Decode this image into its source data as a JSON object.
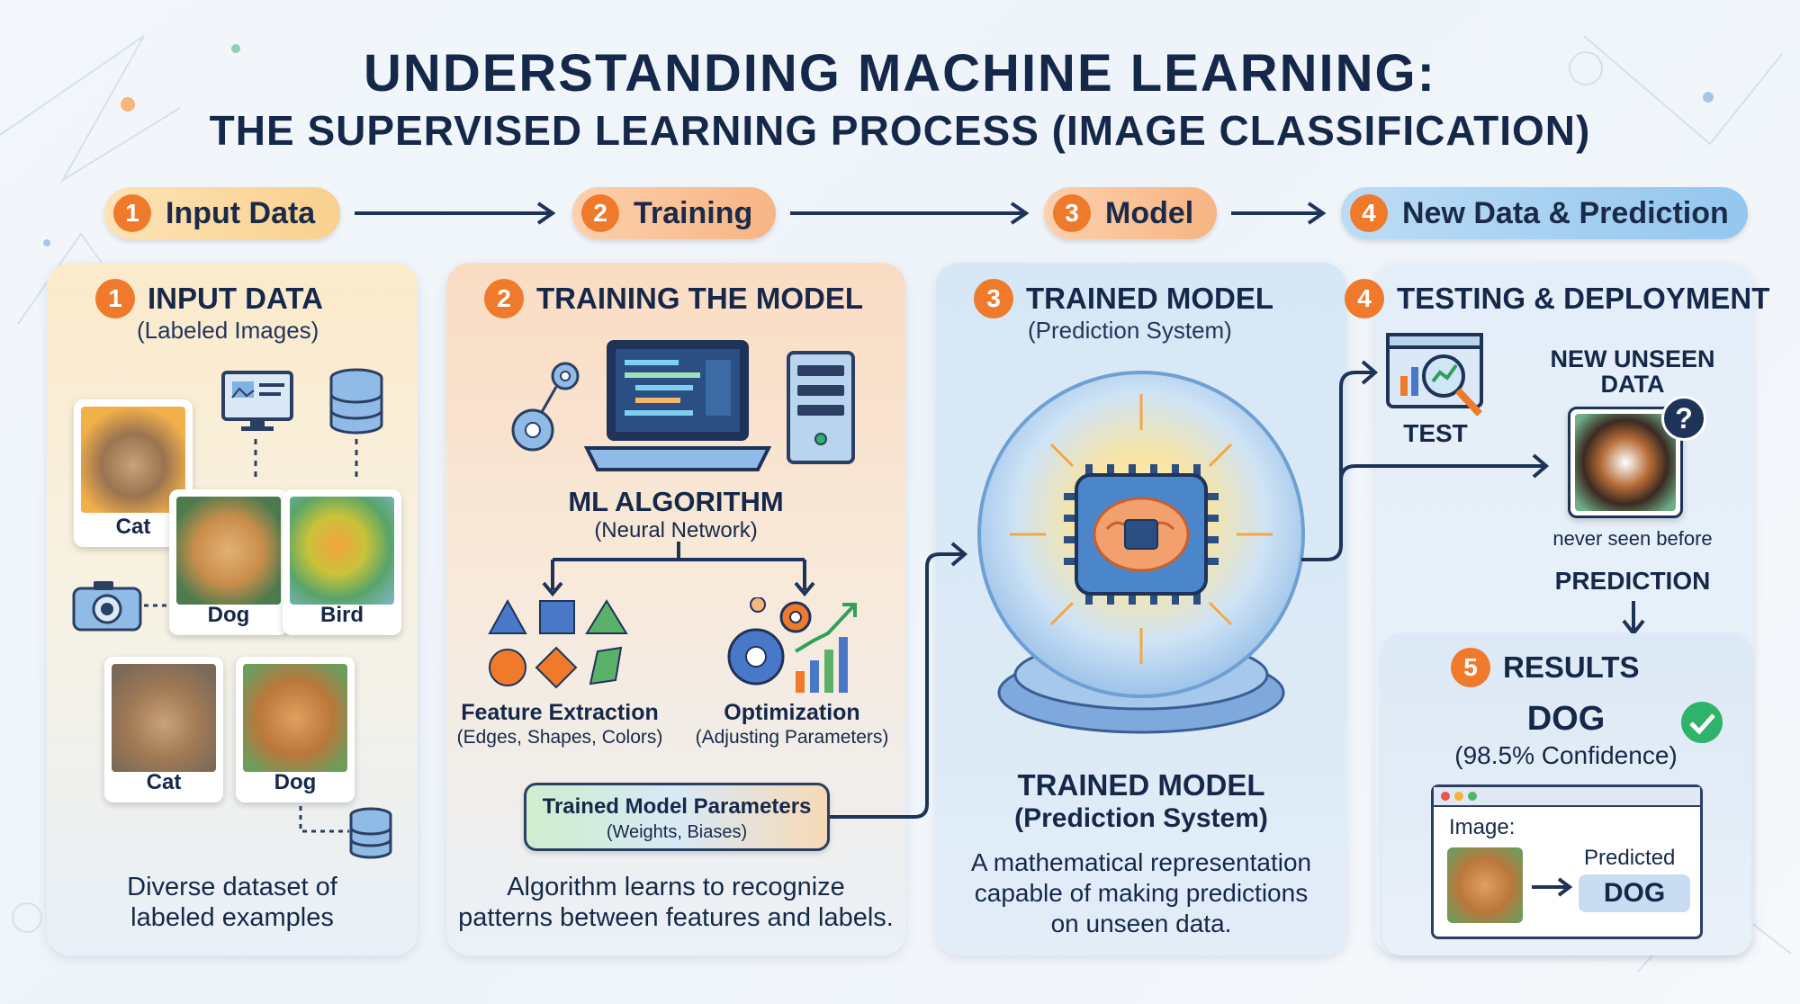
{
  "title": {
    "line1": "UNDERSTANDING MACHINE LEARNING:",
    "line2": "THE SUPERVISED LEARNING PROCESS (IMAGE CLASSIFICATION)"
  },
  "steps": [
    {
      "num": "1",
      "label": "Input Data",
      "color": "#fbd8a0"
    },
    {
      "num": "2",
      "label": "Training",
      "color": "#f9c29b"
    },
    {
      "num": "3",
      "label": "Model",
      "color": "#f8c09a"
    },
    {
      "num": "4",
      "label": "New Data & Prediction",
      "color": "#a9d3f3"
    }
  ],
  "panel1": {
    "num": "1",
    "heading": "INPUT DATA",
    "sub": "(Labeled Images)",
    "images": [
      "Cat",
      "Dog",
      "Bird",
      "Cat",
      "Dog"
    ],
    "caption1": "Diverse dataset of",
    "caption2": "labeled examples"
  },
  "panel2": {
    "num": "2",
    "heading": "TRAINING THE MODEL",
    "algo": "ML ALGORITHM",
    "algo_sub": "(Neural Network)",
    "feature": "Feature Extraction",
    "feature_sub": "(Edges, Shapes, Colors)",
    "optim": "Optimization",
    "optim_sub": "(Adjusting Parameters)",
    "params": "Trained Model Parameters",
    "params_sub": "(Weights, Biases)",
    "caption1": "Algorithm learns to recognize",
    "caption2": "patterns between features and labels."
  },
  "panel3": {
    "num": "3",
    "heading": "TRAINED MODEL",
    "sub": "(Prediction System)",
    "title": "TRAINED MODEL",
    "title_sub": "(Prediction System)",
    "desc1": "A mathematical representation",
    "desc2": "capable of making predictions",
    "desc3": "on unseen data."
  },
  "panel4": {
    "num": "4",
    "heading": "TESTING & DEPLOYMENT",
    "test": "TEST",
    "new_data1": "NEW UNSEEN",
    "new_data2": "DATA",
    "question": "?",
    "never_seen": "never seen before",
    "prediction": "PREDICTION"
  },
  "results": {
    "num": "5",
    "heading": "RESULTS",
    "label": "DOG",
    "confidence": "(98.5% Confidence)",
    "image_label": "Image:",
    "predicted_label": "Predicted",
    "predicted_value": "DOG"
  },
  "colors": {
    "accent": "#f07a2c",
    "navy": "#16284a",
    "check": "#2fb26a"
  }
}
